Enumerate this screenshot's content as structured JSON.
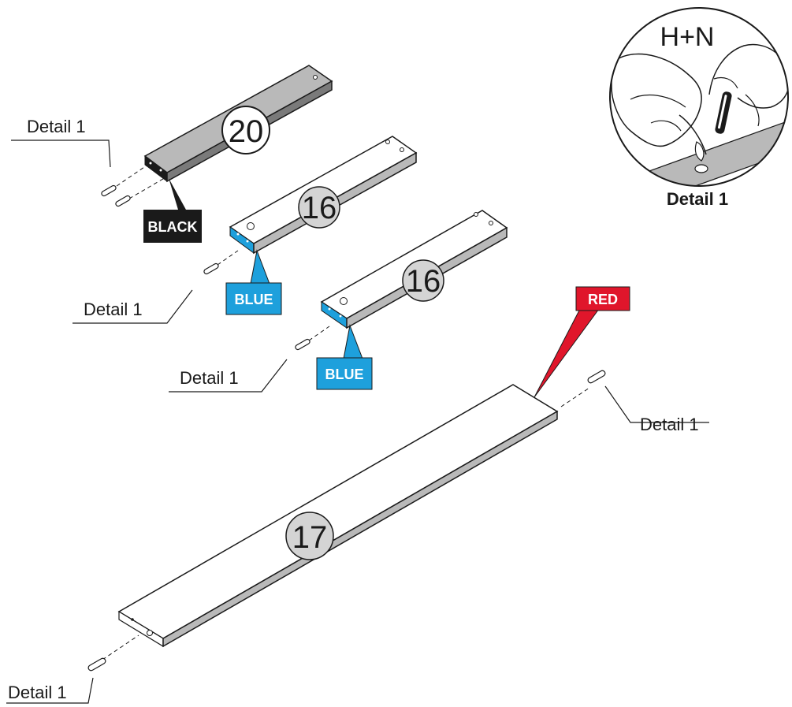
{
  "callout_label": "Detail 1",
  "detail_title": "H+N",
  "parts": {
    "p20": {
      "number": "20",
      "color_tag": "BLACK"
    },
    "p16a": {
      "number": "16",
      "color_tag": "BLUE"
    },
    "p16b": {
      "number": "16",
      "color_tag": "BLUE"
    },
    "p17": {
      "number": "17",
      "color_tag": "RED"
    }
  },
  "colors": {
    "black_tag": "#1a1a1a",
    "blue_tag": "#1ea0dc",
    "red_tag": "#e0162b",
    "board_gray": "#b9b9b9",
    "number_circle": "#d4d4d4"
  }
}
